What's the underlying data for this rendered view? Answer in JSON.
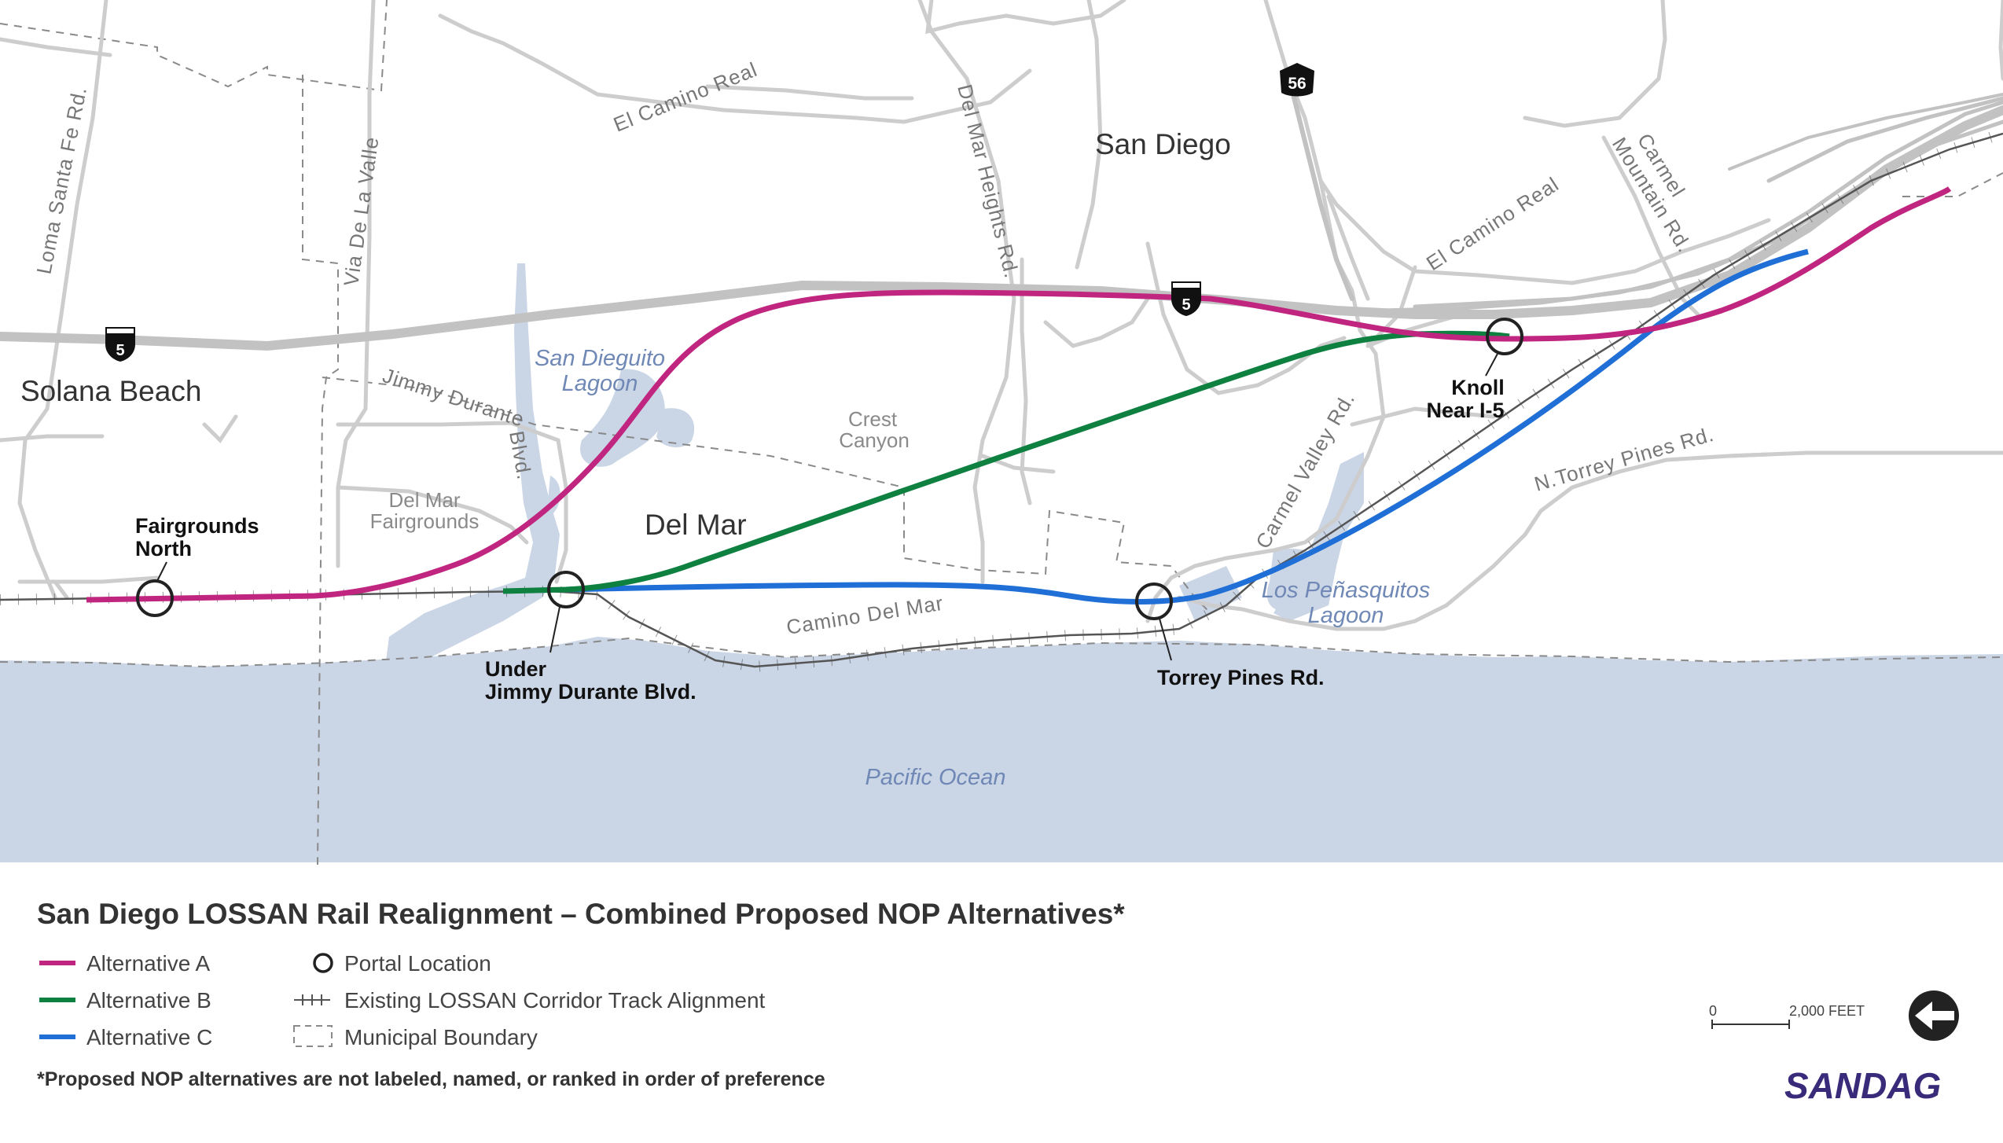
{
  "map": {
    "places": {
      "san_diego": "San Diego",
      "solana_beach": "Solana Beach",
      "del_mar": "Del Mar"
    },
    "areas": {
      "del_mar_fairgrounds": [
        "Del Mar",
        "Fairgrounds"
      ],
      "crest_canyon": [
        "Crest",
        "Canyon"
      ]
    },
    "roads": {
      "el_camino_real_north": "El Camino Real",
      "el_camino_real_east": "El Camino Real",
      "del_mar_heights_rd": "Del Mar Heights Rd.",
      "loma_santa_fe_rd": "Loma Santa Fe Rd.",
      "via_de_la_valle": "Via De La Valle",
      "jimmy_durante_blvd_1": "Jimmy Durante",
      "jimmy_durante_blvd_2": "Blvd.",
      "carmel_valley_rd": "Carmel Valley Rd.",
      "carmel_mountain_rd_1": "Carmel",
      "carmel_mountain_rd_2": "Mountain Rd.",
      "n_torrey_pines_rd": "N.Torrey Pines Rd.",
      "camino_del_mar": "Camino Del Mar"
    },
    "highway_shields": {
      "i5_west": "5",
      "i5_east": "5",
      "sr56": "56"
    },
    "water": {
      "san_dieguito_lagoon": [
        "San Dieguito",
        "Lagoon"
      ],
      "los_penasquitos_lagoon": [
        "Los Peñasquitos",
        "Lagoon"
      ],
      "pacific_ocean": "Pacific Ocean"
    },
    "portals": {
      "fairgrounds_north": [
        "Fairgrounds",
        "North"
      ],
      "under_jimmy_durante": [
        "Under",
        "Jimmy Durante Blvd."
      ],
      "torrey_pines_rd": "Torrey Pines Rd.",
      "knoll_near_i5": [
        "Knoll",
        "Near I-5"
      ]
    }
  },
  "legend": {
    "title": "San Diego LOSSAN Rail Realignment – Combined Proposed NOP Alternatives*",
    "items": {
      "alt_a": "Alternative A",
      "alt_b": "Alternative B",
      "alt_c": "Alternative C",
      "portal": "Portal Location",
      "existing_track": "Existing LOSSAN Corridor Track Alignment",
      "municipal": "Municipal Boundary"
    },
    "footnote": "*Proposed NOP alternatives are not labeled, named, or ranked in order of preference"
  },
  "scale": {
    "zero": "0",
    "distance": "2,000 FEET"
  },
  "logo": "SANDAG",
  "colors": {
    "alternative_a": "#c0267f",
    "alternative_b": "#0e8040",
    "alternative_c": "#1f6fd6",
    "water": "#cad5e6",
    "roads": "#c6c6c6",
    "freeway": "#bdbdbd",
    "logo": "#3a2a7a"
  }
}
